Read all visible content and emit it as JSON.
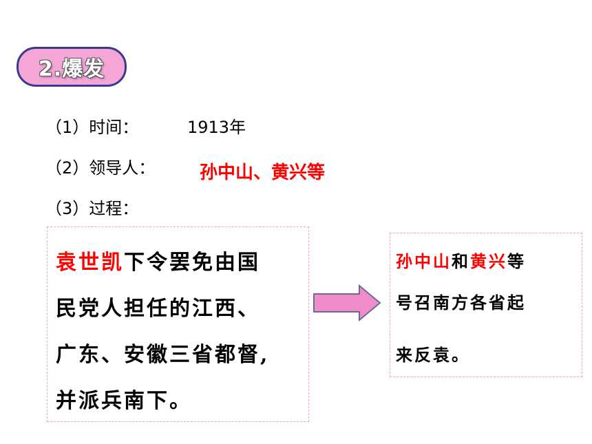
{
  "badge": {
    "label": "2.爆发"
  },
  "items": {
    "time_label": "（1）时间：",
    "time_value": "1913年",
    "leaders_label": "（2）领导人：",
    "leaders_value": "孙中山、黄兴等",
    "process_label": "（3）过程："
  },
  "left_box": {
    "line1_red": "袁世凯",
    "line1_rest": "下令罢免由国",
    "line2": "民党人担任的江西、",
    "line3": "广东、安徽三省都督,",
    "line4": "并派兵南下。"
  },
  "right_box": {
    "name1": "孙中山",
    "and": "和",
    "name2": "黄兴",
    "line1_rest": "等",
    "line2": "号召南方各省起",
    "line3": "来反袁。"
  },
  "colors": {
    "badge_fill": "#f4a6d8",
    "badge_border": "#3a3a8c",
    "highlight": "#ff0000",
    "arrow_fill": "#f08cc8",
    "box_border": "#f0a0c0"
  }
}
